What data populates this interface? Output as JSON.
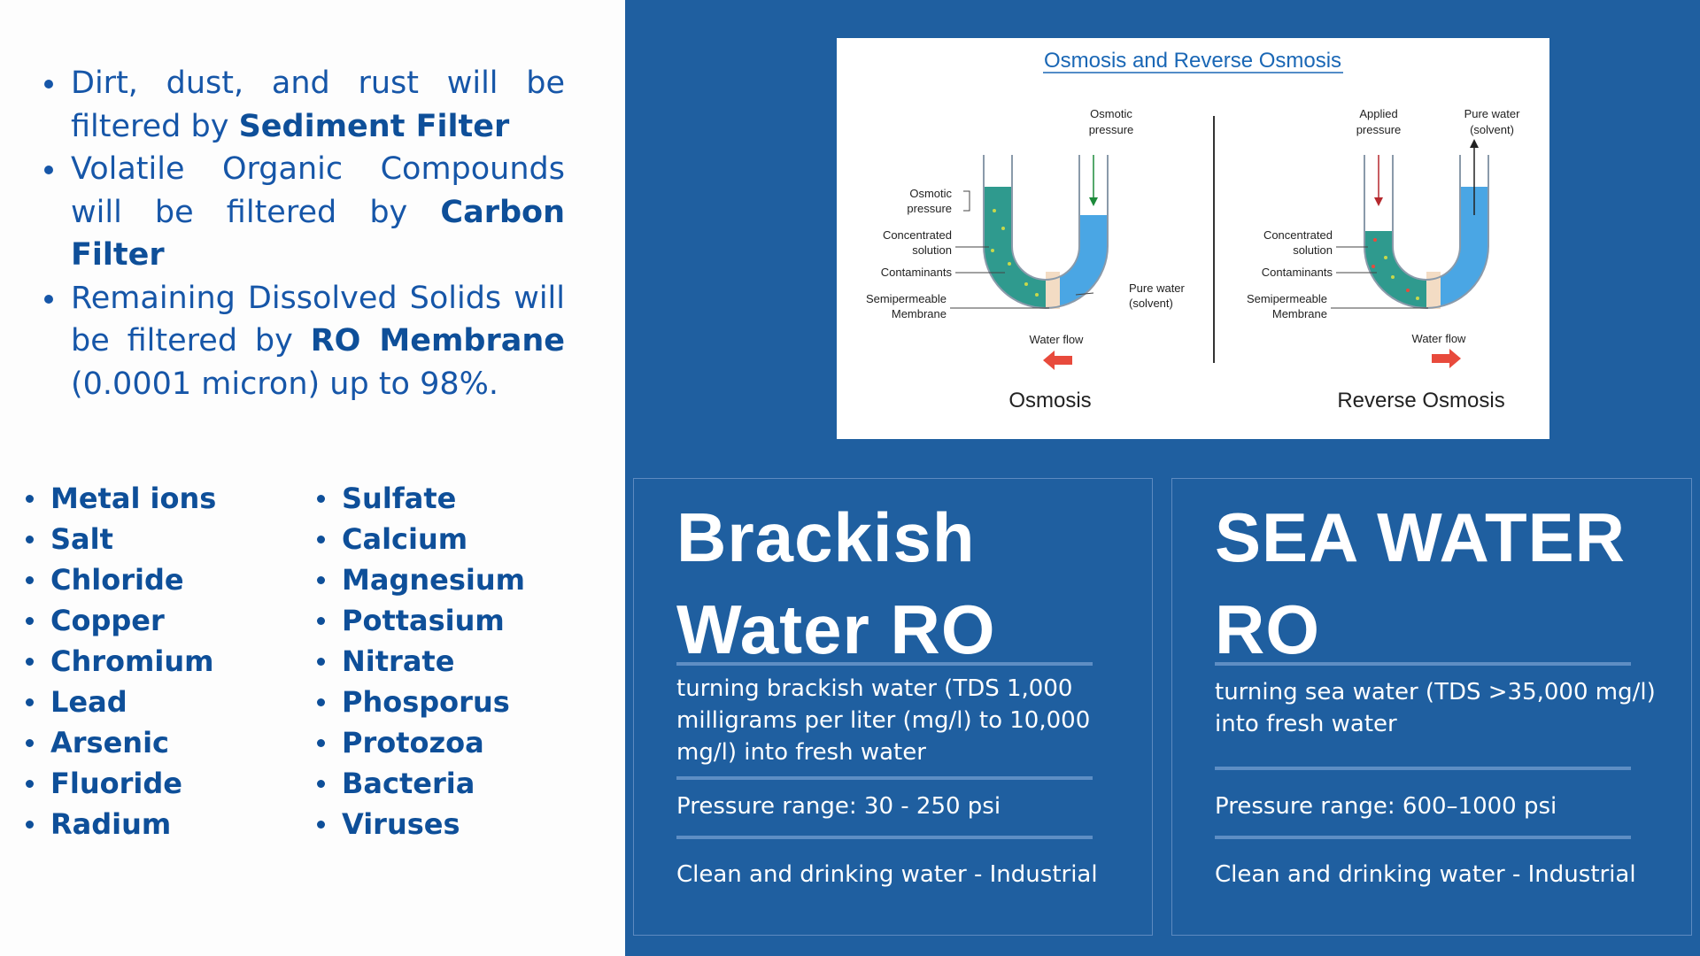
{
  "filters": [
    {
      "text": "Dirt, dust, and rust will be filtered by ",
      "strong": "Sediment Filter",
      "suffix": ""
    },
    {
      "text": "Volatile Organic Compounds will be filtered by ",
      "strong": "Carbon Filter",
      "suffix": ""
    },
    {
      "text": "Remaining Dissolved Solids will be filtered by ",
      "strong": "RO Membrane",
      "suffix": " (0.0001 micron) up to 98%."
    }
  ],
  "contaminants_col1": [
    "Metal ions",
    "Salt",
    "Chloride",
    "Copper",
    "Chromium",
    "Lead",
    "Arsenic",
    "Fluoride",
    "Radium"
  ],
  "contaminants_col2": [
    "Sulfate",
    "Calcium",
    "Magnesium",
    "Pottasium",
    "Nitrate",
    "Phosporus",
    "Protozoa",
    "Bacteria",
    "Viruses"
  ],
  "diagram": {
    "title": "Osmosis and Reverse Osmosis",
    "osmosis": {
      "caption": "Osmosis",
      "osmotic_pressure_top": [
        "Osmotic",
        "pressure"
      ],
      "osmotic_pressure_side": [
        "Osmotic",
        "pressure"
      ],
      "concentrated": [
        "Concentrated",
        "solution"
      ],
      "contaminants": "Contaminants",
      "membrane": [
        "Semipermeable",
        "Membrane"
      ],
      "pure_water": [
        "Pure water",
        "(solvent)"
      ],
      "water_flow": "Water flow"
    },
    "reverse": {
      "caption": "Reverse Osmosis",
      "applied_pressure": [
        "Applied",
        "pressure"
      ],
      "pure_water": [
        "Pure water",
        "(solvent)"
      ],
      "concentrated": [
        "Concentrated",
        "solution"
      ],
      "contaminants": "Contaminants",
      "membrane": [
        "Semipermeable",
        "Membrane"
      ],
      "water_flow": "Water flow"
    }
  },
  "cards": {
    "brackish": {
      "title": "Brackish Water RO",
      "description": "turning brackish water (TDS 1,000 milligrams per liter (mg/l) to 10,000 mg/l) into fresh water",
      "pressure": "Pressure range: 30 - 250 psi",
      "usage": "Clean and drinking water - Industrial"
    },
    "sea": {
      "title": "SEA WATER RO",
      "description": "turning sea water (TDS >35,000 mg/l) into fresh water",
      "pressure": "Pressure range: 600–1000 psi",
      "usage": "Clean and drinking water - Industrial"
    }
  },
  "colors": {
    "panel_bg": "#1f5fa0",
    "text_blue": "#1656a8",
    "bold_blue": "#0e4f99",
    "divider": "#5e8ec4",
    "card_border": "#5d8ac0"
  }
}
